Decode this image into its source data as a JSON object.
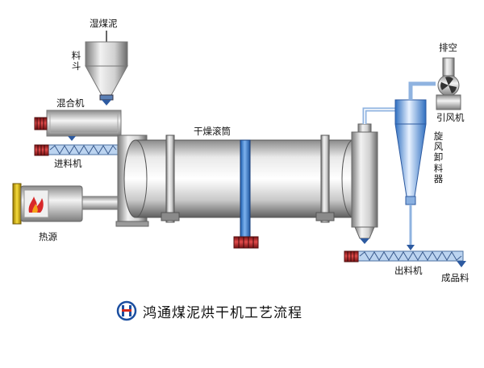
{
  "labels": {
    "wet_coal": "湿煤泥",
    "hopper": "料斗",
    "mixer": "混合机",
    "feeder": "进料机",
    "heat_source": "热源",
    "dryer_drum": "干燥滚筒",
    "exhaust": "排空",
    "induced_fan": "引风机",
    "cyclone": "旋风卸料器",
    "discharger": "出料机",
    "product": "成品料"
  },
  "footer": {
    "title": "鸿通煤泥烘干机工艺流程"
  },
  "colors": {
    "steel_light": "#e4e4e4",
    "steel_dark": "#6e6e6e",
    "pipe_blue": "#3d7fd1",
    "motor_red": "#c8262a",
    "burner_yellow": "#e8c21a",
    "logo_blue": "#1b4ea0",
    "logo_red": "#d42a20"
  }
}
